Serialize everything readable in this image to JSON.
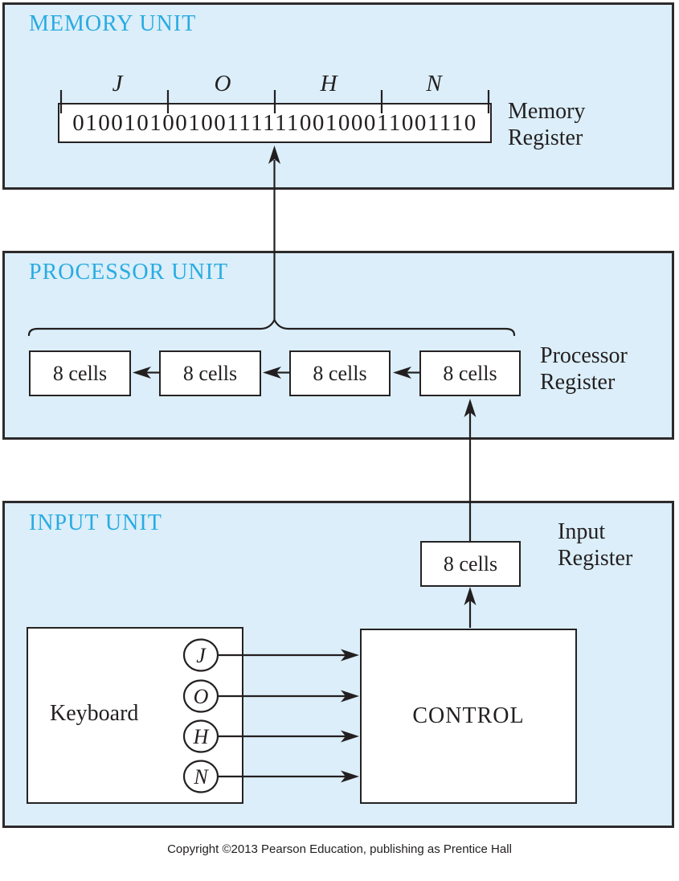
{
  "memory": {
    "title": "MEMORY UNIT",
    "group_letters": [
      "J",
      "O",
      "H",
      "N"
    ],
    "register_bits": "01001010010011111100100011001110",
    "register_label_line1": "Memory",
    "register_label_line2": "Register"
  },
  "processor": {
    "title": "PROCESSOR UNIT",
    "cells": [
      "8 cells",
      "8 cells",
      "8 cells",
      "8 cells"
    ],
    "register_label_line1": "Processor",
    "register_label_line2": "Register"
  },
  "input": {
    "title": "INPUT UNIT",
    "register_cell": "8 cells",
    "register_label_line1": "Input",
    "register_label_line2": "Register",
    "keyboard_label": "Keyboard",
    "control_label": "CONTROL",
    "keys": [
      "J",
      "O",
      "H",
      "N"
    ]
  },
  "footer": {
    "copyright": "Copyright ©2013 Pearson Education, publishing as Prentice Hall"
  },
  "colors": {
    "panel_fill": "#dbeef9",
    "panel_border": "#2d2a2b",
    "line": "#231f20",
    "title_blue": "#29abe2",
    "box_fill": "#ffffff"
  }
}
